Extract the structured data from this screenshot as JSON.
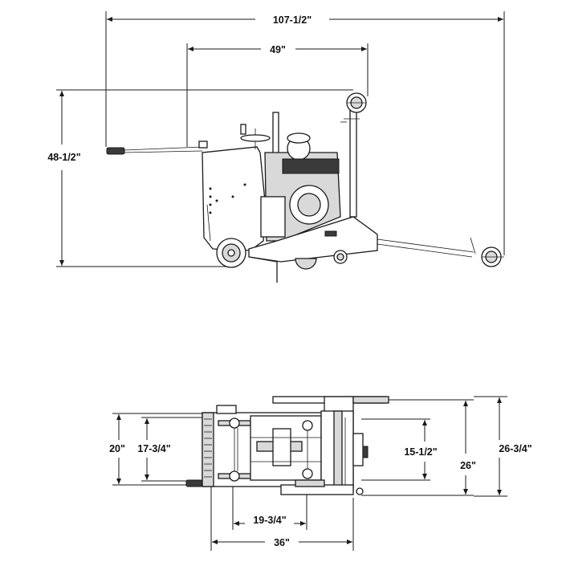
{
  "side_view": {
    "dims": {
      "overall_length": "107-1/2\"",
      "handle_to_wheel": "49\"",
      "overall_height": "48-1/2\""
    }
  },
  "top_view": {
    "dims": {
      "width_a": "20\"",
      "width_b": "17-3/4\"",
      "width_c": "15-1/2\"",
      "width_d": "26\"",
      "width_e": "26-3/4\"",
      "length_a": "19-3/4\"",
      "length_b": "36\""
    }
  },
  "colors": {
    "line": "#1a1a1a",
    "fill_light": "#d9d9d9",
    "fill_dark": "#3a3a3a"
  }
}
